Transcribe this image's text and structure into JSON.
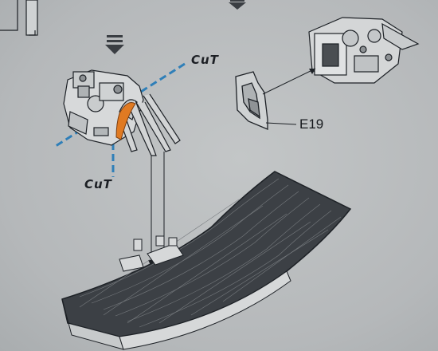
{
  "labels": {
    "cut_upper": "CuT",
    "cut_lower": "CuT",
    "part_number": "E19"
  },
  "colors": {
    "paper": "#b9bcbd",
    "line": "#1d2126",
    "cut_guide": "#2f7fb8",
    "highlight": "#e07a22",
    "grille": "#3c4045"
  },
  "icons": {
    "step_arrow": "down-arrow-icon"
  }
}
